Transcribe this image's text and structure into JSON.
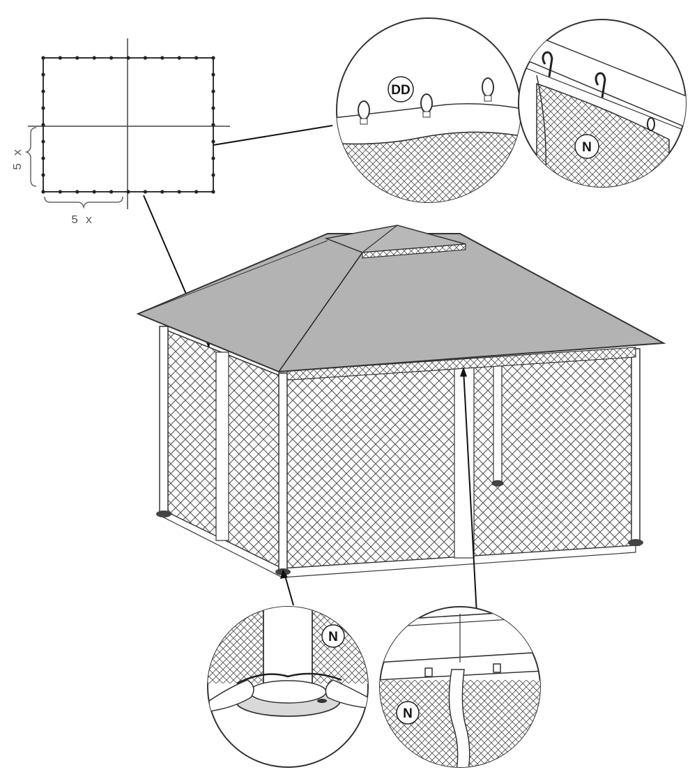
{
  "callout_labels": {
    "top_middle": "DD",
    "top_right": "N",
    "bottom_left": "N",
    "bottom_right": "N"
  },
  "dimension_labels": {
    "vertical": "5 x",
    "horizontal": "5 x"
  }
}
